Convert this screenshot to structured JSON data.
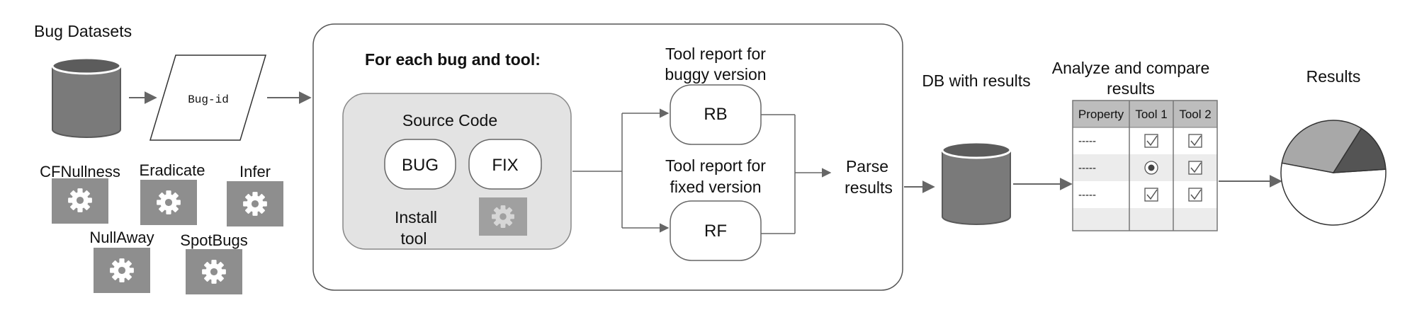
{
  "datasets": {
    "title": "Bug Datasets",
    "input_label": "Bug-id"
  },
  "tools": [
    {
      "name": "CFNullness"
    },
    {
      "name": "Eradicate"
    },
    {
      "name": "Infer"
    },
    {
      "name": "NullAway"
    },
    {
      "name": "SpotBugs"
    }
  ],
  "process": {
    "title": "For each bug and tool:",
    "source_code": {
      "title": "Source Code",
      "bug_label": "BUG",
      "fix_label": "FIX",
      "install_label_1": "Install",
      "install_label_2": "tool"
    },
    "report_buggy": {
      "title_1": "Tool report for",
      "title_2": "buggy version",
      "label": "RB"
    },
    "report_fixed": {
      "title_1": "Tool report for",
      "title_2": "fixed version",
      "label": "RF"
    },
    "parse": {
      "line_1": "Parse",
      "line_2": "results"
    }
  },
  "db": {
    "title": "DB with results"
  },
  "analyze": {
    "title_1": "Analyze and compare",
    "title_2": "results",
    "headers": [
      "Property",
      "Tool 1",
      "Tool 2"
    ],
    "rows": [
      {
        "property": "-----",
        "tool1_icon": "check-box-icon",
        "tool2_icon": "check-box-icon"
      },
      {
        "property": "-----",
        "tool1_icon": "radio-button-icon",
        "tool2_icon": "check-box-icon"
      },
      {
        "property": "-----",
        "tool1_icon": "check-box-icon",
        "tool2_icon": "check-box-icon"
      }
    ]
  },
  "results": {
    "title": "Results"
  },
  "pie_data": {
    "slices": [
      0.54,
      0.31,
      0.15
    ],
    "colors": [
      "#ffffff",
      "#a8a8a8",
      "#545454"
    ]
  },
  "colors": {
    "cylinder": "#7a7a7a",
    "cylinder_top": "#5c5c5c",
    "gear_box": "#8e8e8e",
    "panel": "#e3e3e3",
    "line": "#666666"
  }
}
